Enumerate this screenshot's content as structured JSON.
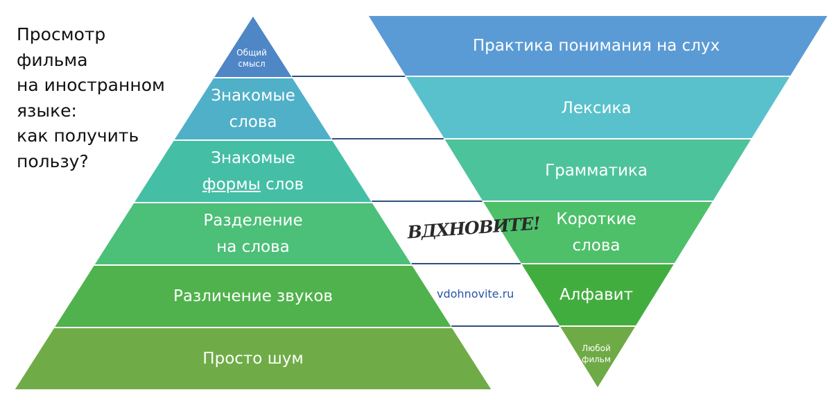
{
  "heading": {
    "lines": [
      "Просмотр",
      "фильма",
      "на иностранном",
      "языке:",
      "как получить",
      "пользу?"
    ]
  },
  "pyramid": {
    "levels": [
      {
        "lines": [
          "Общий",
          "смысл"
        ],
        "color": "#4f86c6"
      },
      {
        "lines": [
          "Знакомые",
          "слова"
        ],
        "color": "#4fb0c8"
      },
      {
        "lines": [
          "Знакомые",
          "формы слов"
        ],
        "underlined_word": "формы",
        "color": "#44bfa6"
      },
      {
        "lines": [
          "Разделение",
          "на слова"
        ],
        "color": "#4cbf78"
      },
      {
        "lines": [
          "Различение звуков"
        ],
        "color": "#4fb24c"
      },
      {
        "lines": [
          "Просто шум"
        ],
        "color": "#6fac47"
      }
    ]
  },
  "funnel": {
    "levels": [
      {
        "lines": [
          "Практика понимания на слух"
        ],
        "color": "#5b9bd5"
      },
      {
        "lines": [
          "Лексика"
        ],
        "color": "#59c1cc"
      },
      {
        "lines": [
          "Грамматика"
        ],
        "color": "#4dc39c"
      },
      {
        "lines": [
          "Короткие",
          "слова"
        ],
        "color": "#4ec06a"
      },
      {
        "lines": [
          "Алфавит"
        ],
        "color": "#42ad3f"
      },
      {
        "lines": [
          "Любой",
          "фильм"
        ],
        "color": "#6eaa45"
      }
    ]
  },
  "connector_color": "#2f4f7f",
  "logo_text": "ВДХНОВИТЕ!",
  "site": "vdohnovite.ru"
}
